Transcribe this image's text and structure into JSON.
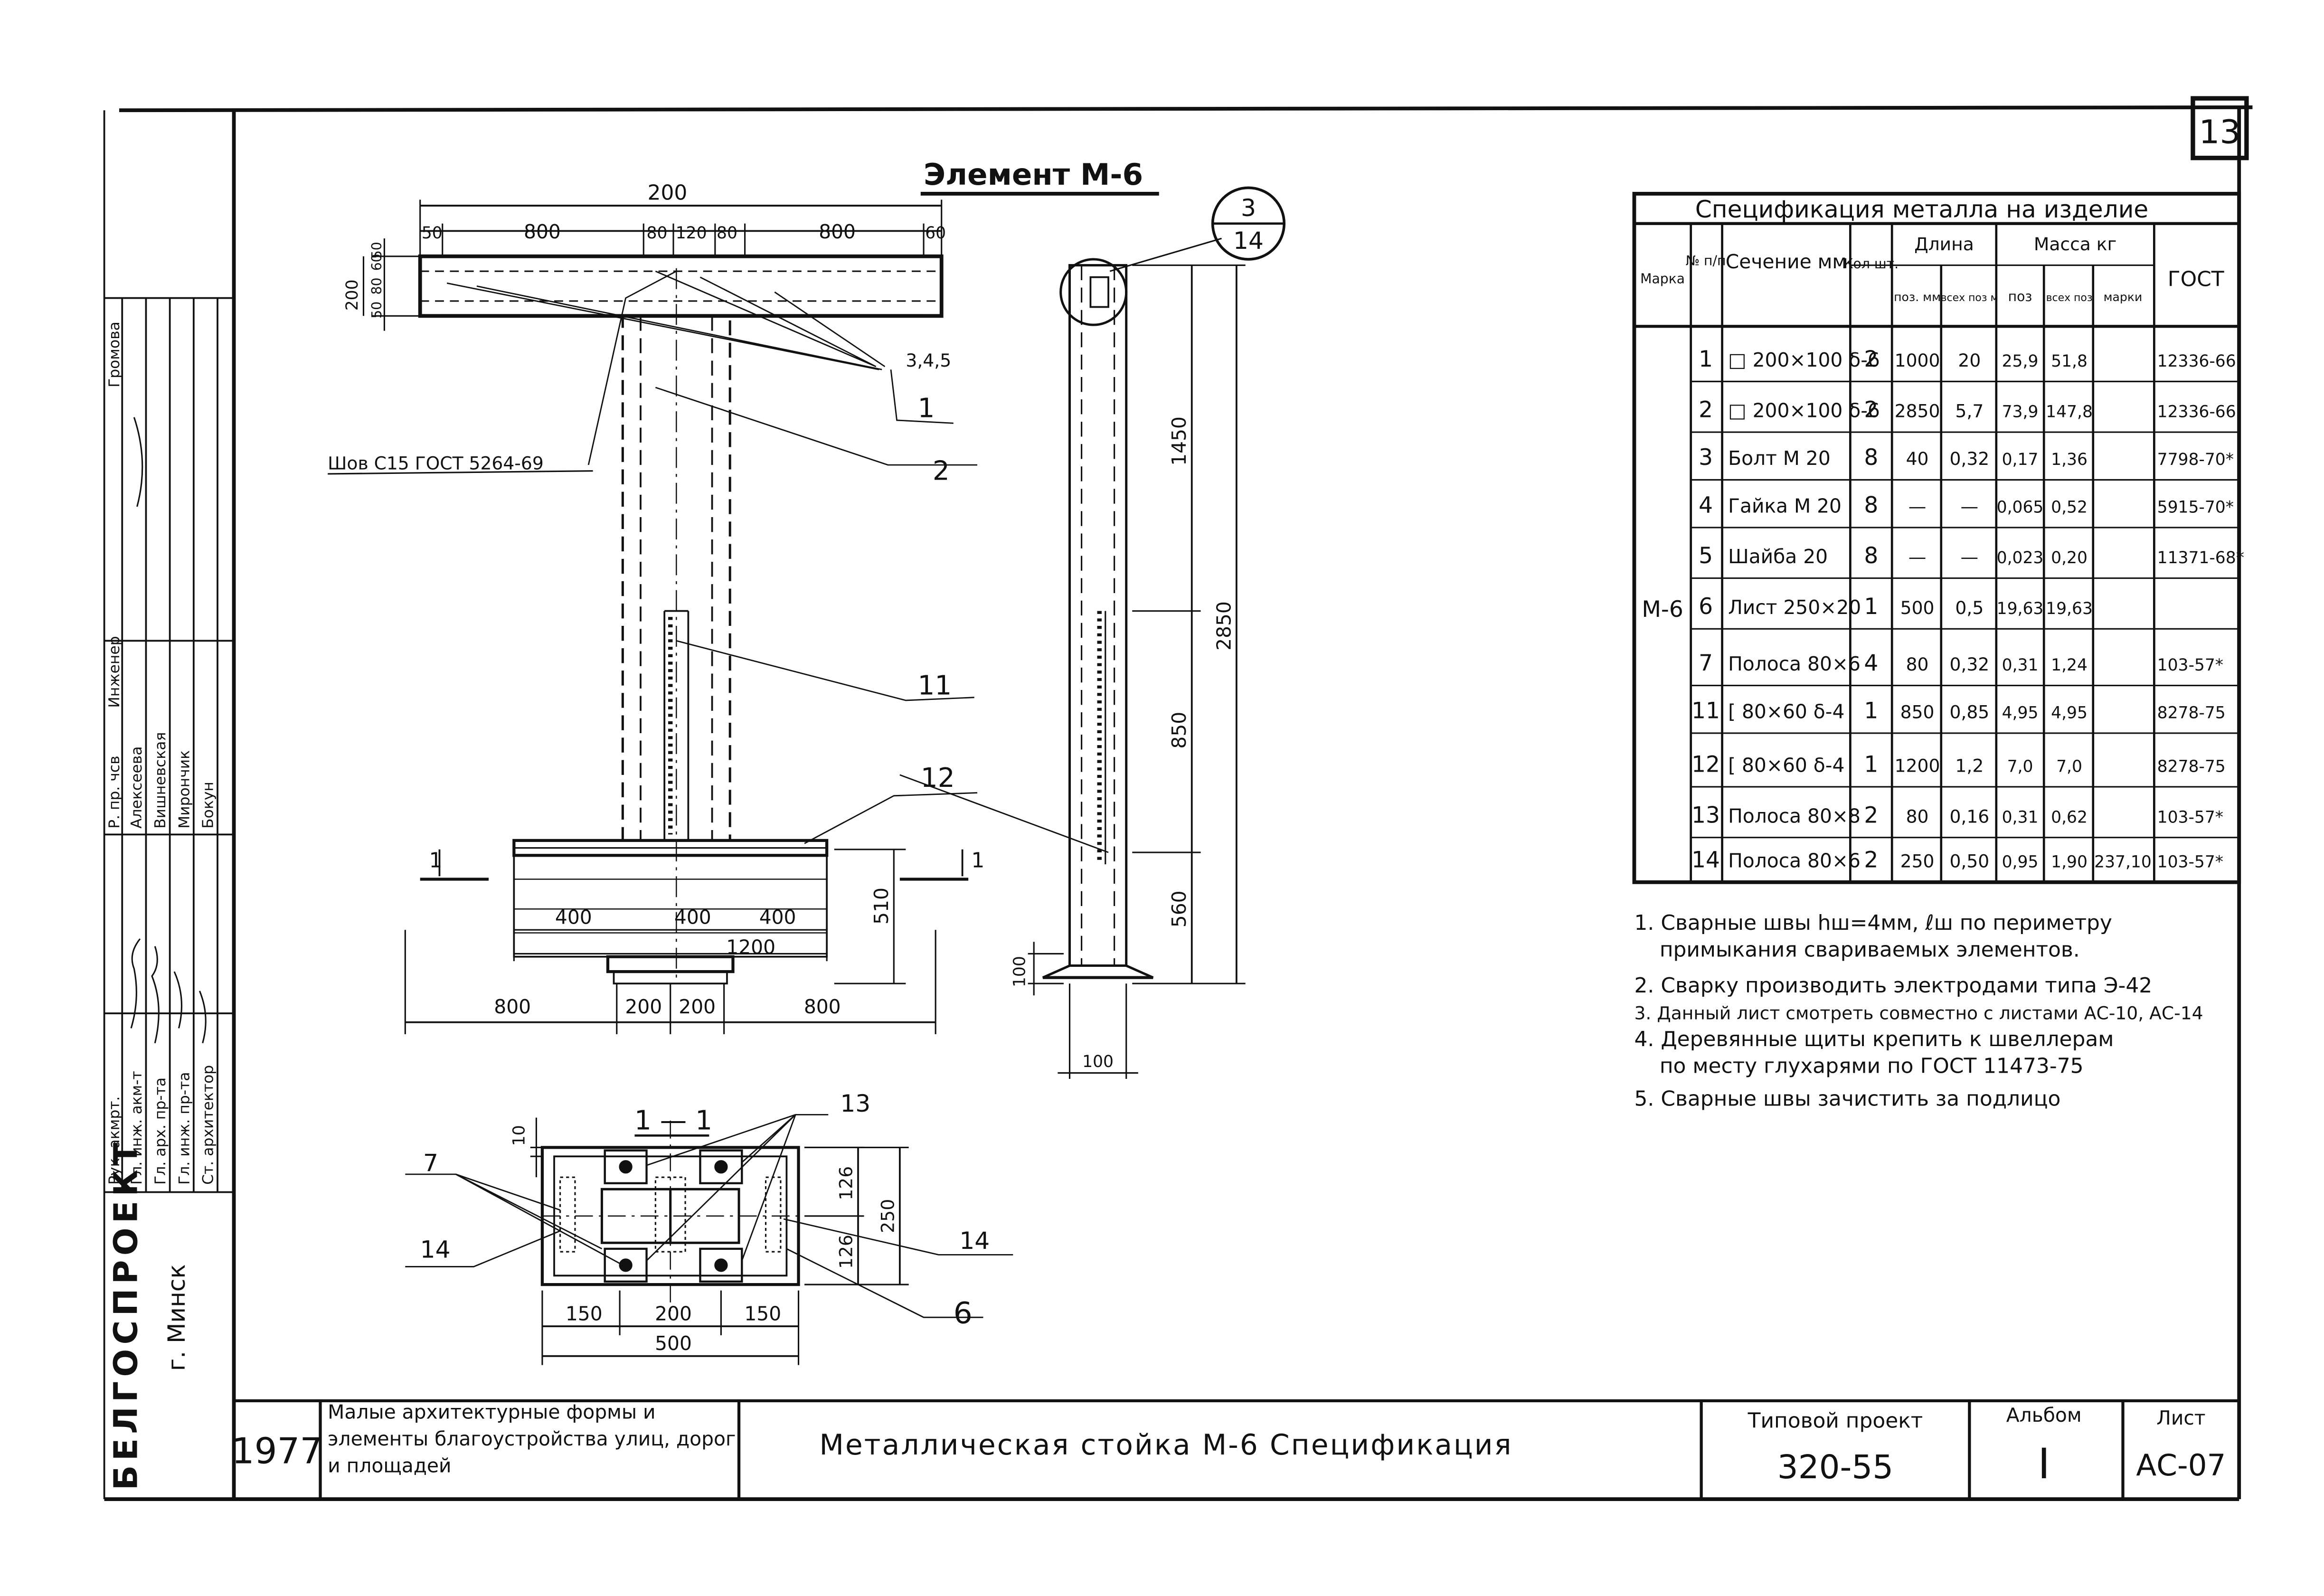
{
  "sheet_number": "13",
  "element_title": "Элемент  М-6",
  "drawing": {
    "front_view": {
      "dim_top_total": "200",
      "dims_top": [
        "50",
        "800",
        "80",
        "120",
        "80",
        "800",
        "60"
      ],
      "dims_left": [
        "200",
        "60",
        "80",
        "50",
        "50"
      ],
      "dims_base": [
        "400",
        "400",
        "400"
      ],
      "dim_base_1200": "1200",
      "dims_bottom": [
        "800",
        "200",
        "200",
        "800"
      ],
      "dim_base_height": "510",
      "weld_note": "Шов С15 ГОСТ 5264-69",
      "section_marker": "1"
    },
    "side_view": {
      "dim_1450": "1450",
      "dim_2850": "2850",
      "dim_850": "850",
      "dim_560": "560",
      "dim_100_left": "100",
      "dim_100_bottom": "100"
    },
    "callout_node": {
      "top": "3",
      "bottom": "14"
    },
    "leaders": {
      "l345": "3,4,5",
      "l1": "1",
      "l2": "2",
      "l11": "11",
      "l12": "12"
    },
    "section_1_1": {
      "title": "1 — 1",
      "label_7": "7",
      "label_10": "10",
      "label_13": "13",
      "label_14_left": "14",
      "label_14_right": "14",
      "label_6": "6",
      "dim_126_top": "126",
      "dim_126_bottom": "126",
      "dim_250": "250",
      "dims_bottom": [
        "150",
        "200",
        "150"
      ],
      "dim_500": "500"
    }
  },
  "spec_table": {
    "title": "Спецификация металла на изделие",
    "headers": {
      "marka": "Марка",
      "nn": "№ п/п",
      "section": "Сечение мм",
      "qty": "Кол шт.",
      "length": "Длина",
      "length_pos": "поз. мм",
      "length_all": "всех поз м",
      "mass": "Масса кг",
      "mass_pos": "поз",
      "mass_all": "всех поз",
      "mass_marka": "марки",
      "gost": "ГОСТ"
    },
    "marka_value": "М-6",
    "rows": [
      {
        "n": "1",
        "section": "□ 200×100 δ-6",
        "qty": "2",
        "len_pos": "1000",
        "len_all": "20",
        "m_pos": "25,9",
        "m_all": "51,8",
        "m_marka": "",
        "gost": "12336-66"
      },
      {
        "n": "2",
        "section": "□ 200×100 δ-6",
        "qty": "2",
        "len_pos": "2850",
        "len_all": "5,7",
        "m_pos": "73,9",
        "m_all": "147,8",
        "m_marka": "",
        "gost": "12336-66"
      },
      {
        "n": "3",
        "section": "Болт М 20",
        "qty": "8",
        "len_pos": "40",
        "len_all": "0,32",
        "m_pos": "0,17",
        "m_all": "1,36",
        "m_marka": "",
        "gost": "7798-70*"
      },
      {
        "n": "4",
        "section": "Гайка М 20",
        "qty": "8",
        "len_pos": "—",
        "len_all": "—",
        "m_pos": "0,065",
        "m_all": "0,52",
        "m_marka": "",
        "gost": "5915-70*"
      },
      {
        "n": "5",
        "section": "Шайба 20",
        "qty": "8",
        "len_pos": "—",
        "len_all": "—",
        "m_pos": "0,023",
        "m_all": "0,20",
        "m_marka": "",
        "gost": "11371-68*"
      },
      {
        "n": "6",
        "section": "Лист 250×20",
        "qty": "1",
        "len_pos": "500",
        "len_all": "0,5",
        "m_pos": "19,63",
        "m_all": "19,63",
        "m_marka": "",
        "gost": ""
      },
      {
        "n": "7",
        "section": "Полоса 80×6",
        "qty": "4",
        "len_pos": "80",
        "len_all": "0,32",
        "m_pos": "0,31",
        "m_all": "1,24",
        "m_marka": "",
        "gost": "103-57*"
      },
      {
        "n": "11",
        "section": "[ 80×60 δ-4",
        "qty": "1",
        "len_pos": "850",
        "len_all": "0,85",
        "m_pos": "4,95",
        "m_all": "4,95",
        "m_marka": "",
        "gost": "8278-75"
      },
      {
        "n": "12",
        "section": "[ 80×60 δ-4",
        "qty": "1",
        "len_pos": "1200",
        "len_all": "1,2",
        "m_pos": "7,0",
        "m_all": "7,0",
        "m_marka": "",
        "gost": "8278-75"
      },
      {
        "n": "13",
        "section": "Полоса 80×8",
        "qty": "2",
        "len_pos": "80",
        "len_all": "0,16",
        "m_pos": "0,31",
        "m_all": "0,62",
        "m_marka": "",
        "gost": "103-57*"
      },
      {
        "n": "14",
        "section": "Полоса 80×6",
        "qty": "2",
        "len_pos": "250",
        "len_all": "0,50",
        "m_pos": "0,95",
        "m_all": "1,90",
        "m_marka": "237,10",
        "gost": "103-57*"
      }
    ]
  },
  "notes": [
    "1. Сварные швы hш=4мм, ℓш по периметру",
    "примыкания свариваемых элементов.",
    "2. Сварку производить электродами типа Э-42",
    "3. Данный лист смотреть совместно с листами АС-10, АС-14",
    "4. Деревянные щиты крепить к швеллерам",
    "по месту глухарями по ГОСТ 11473-75",
    "5. Сварные швы зачистить за подлицо"
  ],
  "left_strip": {
    "org": "БЕЛГОСПРОЕКТ",
    "city": "г. Минск",
    "roles": [
      "Рук. акмрт.",
      "Гл. инж. акм-т",
      "Гл. арх. пр-та",
      "Гл. инж. пр-та",
      "Ст. архитектор"
    ],
    "names": [
      "Алексеева",
      "Вишневская",
      "Мирончик",
      "Бокун"
    ],
    "top_roles": [
      "Р. пр. чсв",
      "Инженер"
    ],
    "top_name": "Громова"
  },
  "title_block": {
    "year": "1977",
    "project_name": "Малые архитектурные формы и элементы благоустройства улиц, дорог и площадей",
    "drawing_name": "Металлическая стойка М-6  Спецификация",
    "typical_project_label": "Типовой проект",
    "typical_project": "320-55",
    "album_label": "Альбом",
    "album": "I",
    "sheet_label": "Лист",
    "sheet": "АС-07"
  }
}
